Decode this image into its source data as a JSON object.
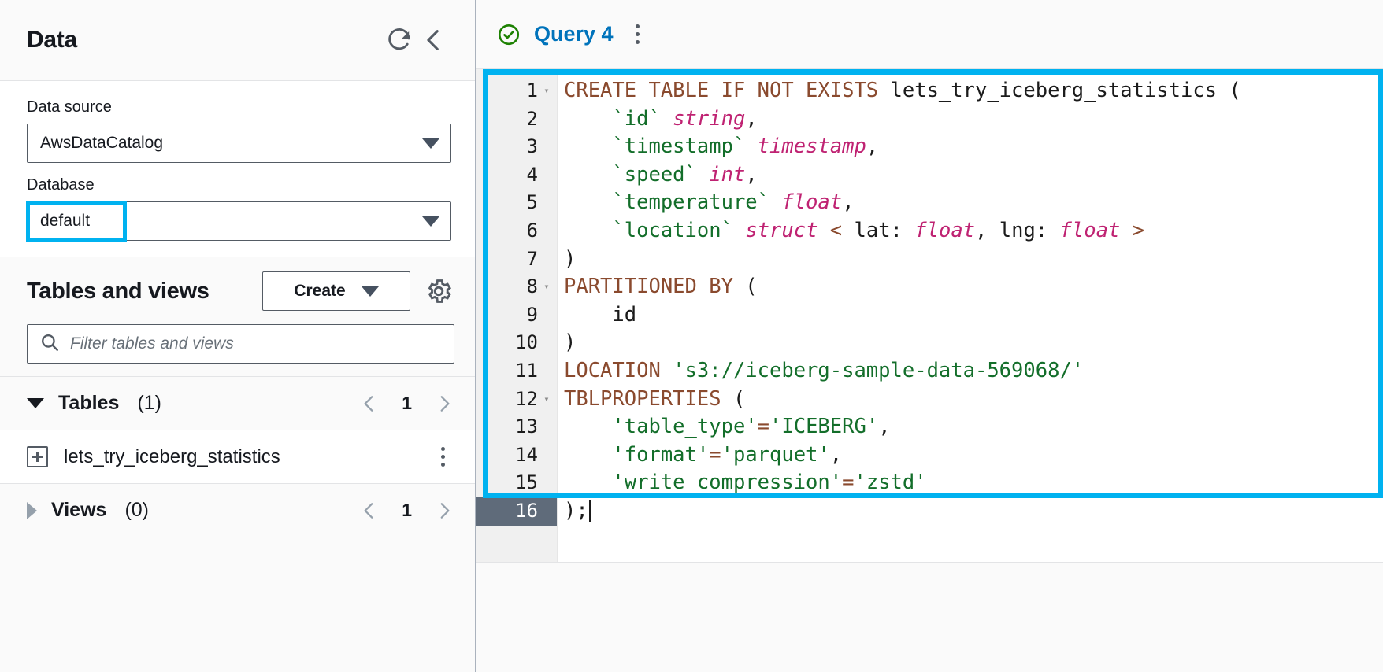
{
  "sidebar": {
    "title": "Data",
    "refresh_icon": "refresh-icon",
    "collapse_icon": "chevron-left-icon",
    "data_source": {
      "label": "Data source",
      "value": "AwsDataCatalog"
    },
    "database": {
      "label": "Database",
      "value": "default",
      "highlighted": true
    },
    "tables_and_views": {
      "title": "Tables and views",
      "create_label": "Create",
      "settings_icon": "gear-icon",
      "filter_placeholder": "Filter tables and views",
      "filter_value": ""
    },
    "groups": [
      {
        "name": "Tables",
        "count": "(1)",
        "expanded": true,
        "page": "1",
        "items": [
          {
            "name": "lets_try_iceberg_statistics",
            "icon": "plus-box-icon"
          }
        ]
      },
      {
        "name": "Views",
        "count": "(0)",
        "expanded": false,
        "page": "1",
        "items": []
      }
    ]
  },
  "editor": {
    "status_icon": "check-circle-icon",
    "tab_title": "Query 4",
    "tab_menu_icon": "kebab-menu-icon",
    "highlighted": true,
    "active_line": 16,
    "lines": [
      {
        "n": "1",
        "fold": true,
        "tokens": [
          {
            "t": "kw",
            "v": "CREATE TABLE IF NOT EXISTS "
          },
          {
            "t": "ident",
            "v": "lets_try_iceberg_statistics ("
          }
        ]
      },
      {
        "n": "2",
        "fold": false,
        "tokens": [
          {
            "t": "ident",
            "v": "    "
          },
          {
            "t": "bq",
            "v": "`id`"
          },
          {
            "t": "ident",
            "v": " "
          },
          {
            "t": "typ",
            "v": "string"
          },
          {
            "t": "punct",
            "v": ","
          }
        ]
      },
      {
        "n": "3",
        "fold": false,
        "tokens": [
          {
            "t": "ident",
            "v": "    "
          },
          {
            "t": "bq",
            "v": "`timestamp`"
          },
          {
            "t": "ident",
            "v": " "
          },
          {
            "t": "typ",
            "v": "timestamp"
          },
          {
            "t": "punct",
            "v": ","
          }
        ]
      },
      {
        "n": "4",
        "fold": false,
        "tokens": [
          {
            "t": "ident",
            "v": "    "
          },
          {
            "t": "bq",
            "v": "`speed`"
          },
          {
            "t": "ident",
            "v": " "
          },
          {
            "t": "typ",
            "v": "int"
          },
          {
            "t": "punct",
            "v": ","
          }
        ]
      },
      {
        "n": "5",
        "fold": false,
        "tokens": [
          {
            "t": "ident",
            "v": "    "
          },
          {
            "t": "bq",
            "v": "`temperature`"
          },
          {
            "t": "ident",
            "v": " "
          },
          {
            "t": "typ",
            "v": "float"
          },
          {
            "t": "punct",
            "v": ","
          }
        ]
      },
      {
        "n": "6",
        "fold": false,
        "tokens": [
          {
            "t": "ident",
            "v": "    "
          },
          {
            "t": "bq",
            "v": "`location`"
          },
          {
            "t": "ident",
            "v": " "
          },
          {
            "t": "typ",
            "v": "struct"
          },
          {
            "t": "op",
            "v": " < "
          },
          {
            "t": "ident",
            "v": "lat: "
          },
          {
            "t": "typ",
            "v": "float"
          },
          {
            "t": "punct",
            "v": ", "
          },
          {
            "t": "ident",
            "v": "lng: "
          },
          {
            "t": "typ",
            "v": "float"
          },
          {
            "t": "op",
            "v": " >"
          }
        ]
      },
      {
        "n": "7",
        "fold": false,
        "tokens": [
          {
            "t": "punct",
            "v": ")"
          }
        ]
      },
      {
        "n": "8",
        "fold": true,
        "tokens": [
          {
            "t": "kw",
            "v": "PARTITIONED BY "
          },
          {
            "t": "punct",
            "v": "("
          }
        ]
      },
      {
        "n": "9",
        "fold": false,
        "tokens": [
          {
            "t": "ident",
            "v": "    id"
          }
        ]
      },
      {
        "n": "10",
        "fold": false,
        "tokens": [
          {
            "t": "punct",
            "v": ")"
          }
        ]
      },
      {
        "n": "11",
        "fold": false,
        "tokens": [
          {
            "t": "kw",
            "v": "LOCATION "
          },
          {
            "t": "str",
            "v": "'s3://iceberg-sample-data-569068/'"
          }
        ]
      },
      {
        "n": "12",
        "fold": true,
        "tokens": [
          {
            "t": "kw",
            "v": "TBLPROPERTIES "
          },
          {
            "t": "punct",
            "v": "("
          }
        ]
      },
      {
        "n": "13",
        "fold": false,
        "tokens": [
          {
            "t": "ident",
            "v": "    "
          },
          {
            "t": "str",
            "v": "'table_type'"
          },
          {
            "t": "op",
            "v": "="
          },
          {
            "t": "str",
            "v": "'ICEBERG'"
          },
          {
            "t": "punct",
            "v": ","
          }
        ]
      },
      {
        "n": "14",
        "fold": false,
        "tokens": [
          {
            "t": "ident",
            "v": "    "
          },
          {
            "t": "str",
            "v": "'format'"
          },
          {
            "t": "op",
            "v": "="
          },
          {
            "t": "str",
            "v": "'parquet'"
          },
          {
            "t": "punct",
            "v": ","
          }
        ]
      },
      {
        "n": "15",
        "fold": false,
        "tokens": [
          {
            "t": "ident",
            "v": "    "
          },
          {
            "t": "str",
            "v": "'write_compression'"
          },
          {
            "t": "op",
            "v": "="
          },
          {
            "t": "str",
            "v": "'zstd'"
          }
        ]
      },
      {
        "n": "16",
        "fold": false,
        "active": true,
        "tokens": [
          {
            "t": "punct",
            "v": ");"
          }
        ]
      }
    ],
    "full_sql": "CREATE TABLE IF NOT EXISTS lets_try_iceberg_statistics (\n    `id` string,\n    `timestamp` timestamp,\n    `speed` int,\n    `temperature` float,\n    `location` struct < lat: float, lng: float >\n)\nPARTITIONED BY (\n    id\n)\nLOCATION 's3://iceberg-sample-data-569068/'\nTBLPROPERTIES (\n    'table_type'='ICEBERG',\n    'format'='parquet',\n    'write_compression'='zstd'\n);"
  },
  "colors": {
    "highlight": "#00b2f0",
    "link": "#0073bb",
    "success": "#1d8102",
    "keyword": "#8a4a2e",
    "type": "#bf2272",
    "string": "#136e2a",
    "active_line_gutter": "#5f6b7a"
  }
}
